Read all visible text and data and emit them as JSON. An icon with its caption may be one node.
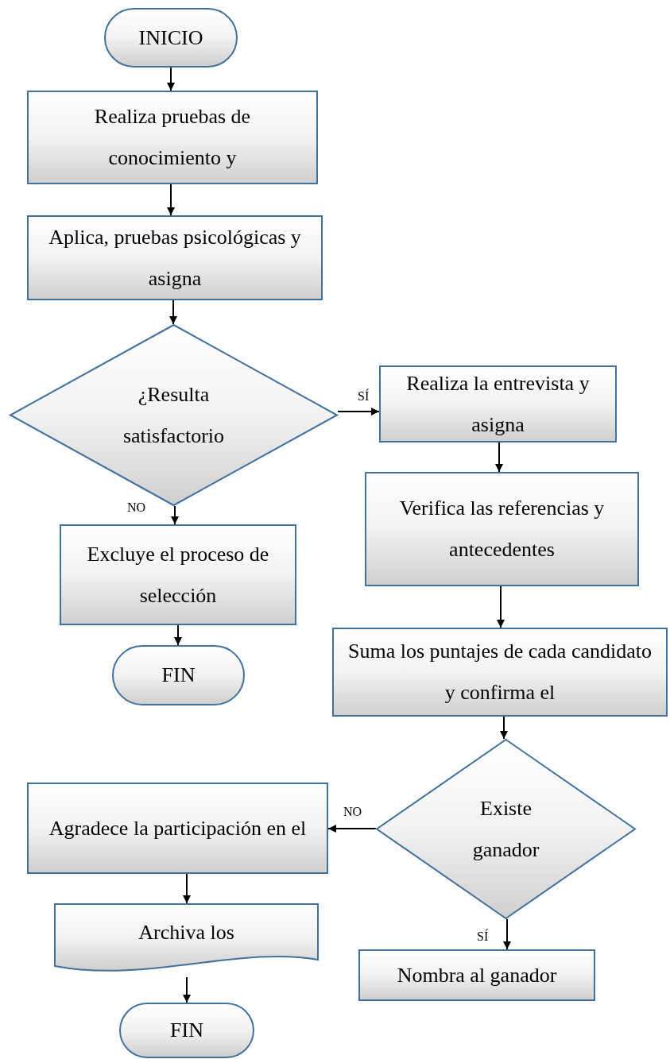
{
  "diagram": {
    "nodes": [
      {
        "text": [
          "INICIO"
        ]
      },
      {
        "text": [
          "Realiza pruebas de conocimiento y"
        ]
      },
      {
        "text": [
          "Aplica, pruebas psicológicas y asigna"
        ]
      },
      {
        "text": [
          "¿Resulta satisfactorio"
        ]
      },
      {
        "text": [
          "Realiza la entrevista y asigna"
        ]
      },
      {
        "text": [
          "Excluye el proceso de selección"
        ]
      },
      {
        "text": [
          "FIN"
        ]
      },
      {
        "text": [
          "Verifica las referencias y antecedentes"
        ]
      },
      {
        "text": [
          "Suma los puntajes de cada candidato y confirma el"
        ]
      },
      {
        "text": [
          "Existe ganador"
        ]
      },
      {
        "text": [
          "Agradece la participación en el"
        ]
      },
      {
        "text": [
          "Archiva los"
        ]
      },
      {
        "text": [
          "Nombra al ganador"
        ]
      },
      {
        "text": [
          "FIN"
        ]
      }
    ],
    "edges": [
      {
        "from": 0,
        "to": 1,
        "arrow": "to"
      },
      {
        "from": 1,
        "to": 2,
        "arrow": "to"
      },
      {
        "from": 2,
        "to": 3,
        "arrow": "to"
      },
      {
        "from": 3,
        "to": 4,
        "arrow": "to",
        "label": "SÍ"
      },
      {
        "from": 3,
        "to": 5,
        "arrow": "to",
        "label": "NO"
      },
      {
        "from": 5,
        "to": 6,
        "arrow": "to"
      },
      {
        "from": 4,
        "to": 7,
        "arrow": "to"
      },
      {
        "from": 7,
        "to": 8,
        "arrow": "to"
      },
      {
        "from": 8,
        "to": 9,
        "arrow": "to"
      },
      {
        "from": 9,
        "to": 10,
        "arrow": "to",
        "label": "NO"
      },
      {
        "from": 9,
        "to": 12,
        "arrow": "to",
        "label": "SÍ"
      },
      {
        "from": 10,
        "to": 11,
        "arrow": "to"
      },
      {
        "from": 11,
        "to": 13,
        "arrow": "to"
      }
    ]
  }
}
